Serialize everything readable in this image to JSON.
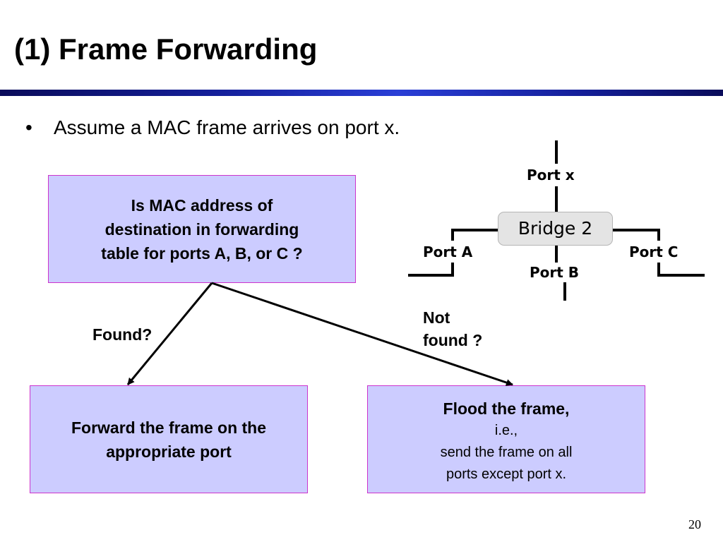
{
  "slide": {
    "title": "(1) Frame Forwarding",
    "bullet_marker": "•",
    "bullet_text": "Assume a MAC frame arrives on port x.",
    "page_number": "20"
  },
  "flowchart": {
    "question": {
      "lines": [
        "Is  MAC address of",
        "destination in forwarding",
        "table  for ports A, B, or C ?"
      ]
    },
    "found_label": "Found?",
    "not_found_label": [
      "Not",
      "found ?"
    ],
    "forward": {
      "lines": [
        "Forward the frame on the",
        "appropriate port"
      ]
    },
    "flood": {
      "heading": "Flood the frame,",
      "lines": [
        "i.e.,",
        "send the frame on all",
        "ports except port x."
      ]
    }
  },
  "bridge_diagram": {
    "bridge_label": "Bridge 2",
    "port_x": "Port x",
    "port_a": "Port A",
    "port_b": "Port B",
    "port_c": "Port C"
  },
  "colors": {
    "box_fill": "#ccccff",
    "box_border": "#cc33cc",
    "title_bar": "#141f9a"
  }
}
